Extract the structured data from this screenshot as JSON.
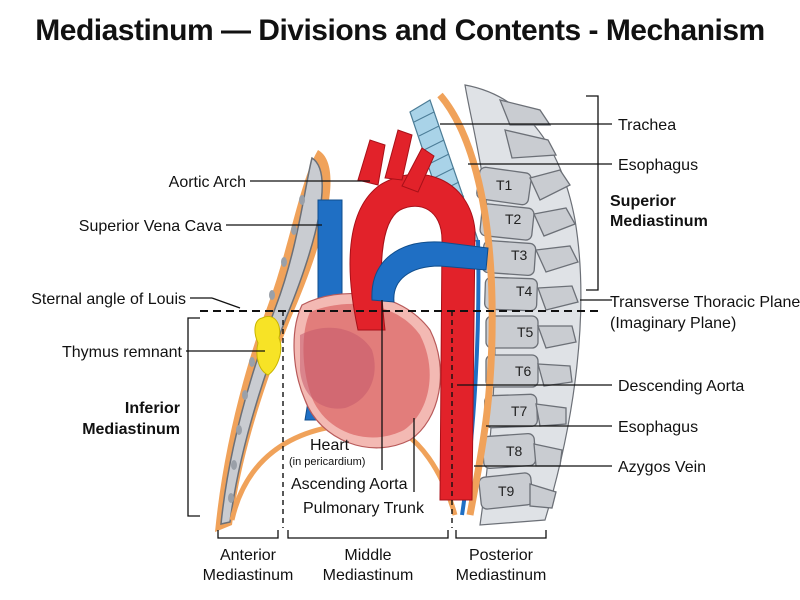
{
  "title": "Mediastinum — Divisions and Contents - Mechanism",
  "labels": {
    "trachea": "Trachea",
    "esophagus_upper": "Esophagus",
    "superior_mediastinum_1": "Superior",
    "superior_mediastinum_2": "Mediastinum",
    "transverse_plane_1": "Transverse Thoracic Plane",
    "transverse_plane_2": "(Imaginary Plane)",
    "descending_aorta": "Descending Aorta",
    "esophagus_lower": "Esophagus",
    "azygos_vein": "Azygos Vein",
    "aortic_arch": "Aortic Arch",
    "superior_vena_cava": "Superior Vena Cava",
    "sternal_angle": "Sternal angle of Louis",
    "thymus_remnant": "Thymus remnant",
    "inferior_mediastinum_1": "Inferior",
    "inferior_mediastinum_2": "Mediastinum",
    "heart": "Heart",
    "heart_note": "(in pericardium)",
    "ascending_aorta": "Ascending Aorta",
    "pulmonary_trunk": "Pulmonary Trunk"
  },
  "vertebrae": [
    "T1",
    "T2",
    "T3",
    "T4",
    "T5",
    "T6",
    "T7",
    "T8",
    "T9"
  ],
  "divisions": {
    "anterior_1": "Anterior",
    "anterior_2": "Mediastinum",
    "middle_1": "Middle",
    "middle_2": "Mediastinum",
    "posterior_1": "Posterior",
    "posterior_2": "Mediastinum"
  },
  "colors": {
    "aorta": "#e2222a",
    "vena_cava": "#1f6fc4",
    "heart": "#e27d7b",
    "pericardium": "#f3b9b3",
    "thymus": "#f7e326",
    "bone": "#c9ccd1",
    "esophagus": "#f0a25a",
    "trachea": "#a9d3e8"
  }
}
